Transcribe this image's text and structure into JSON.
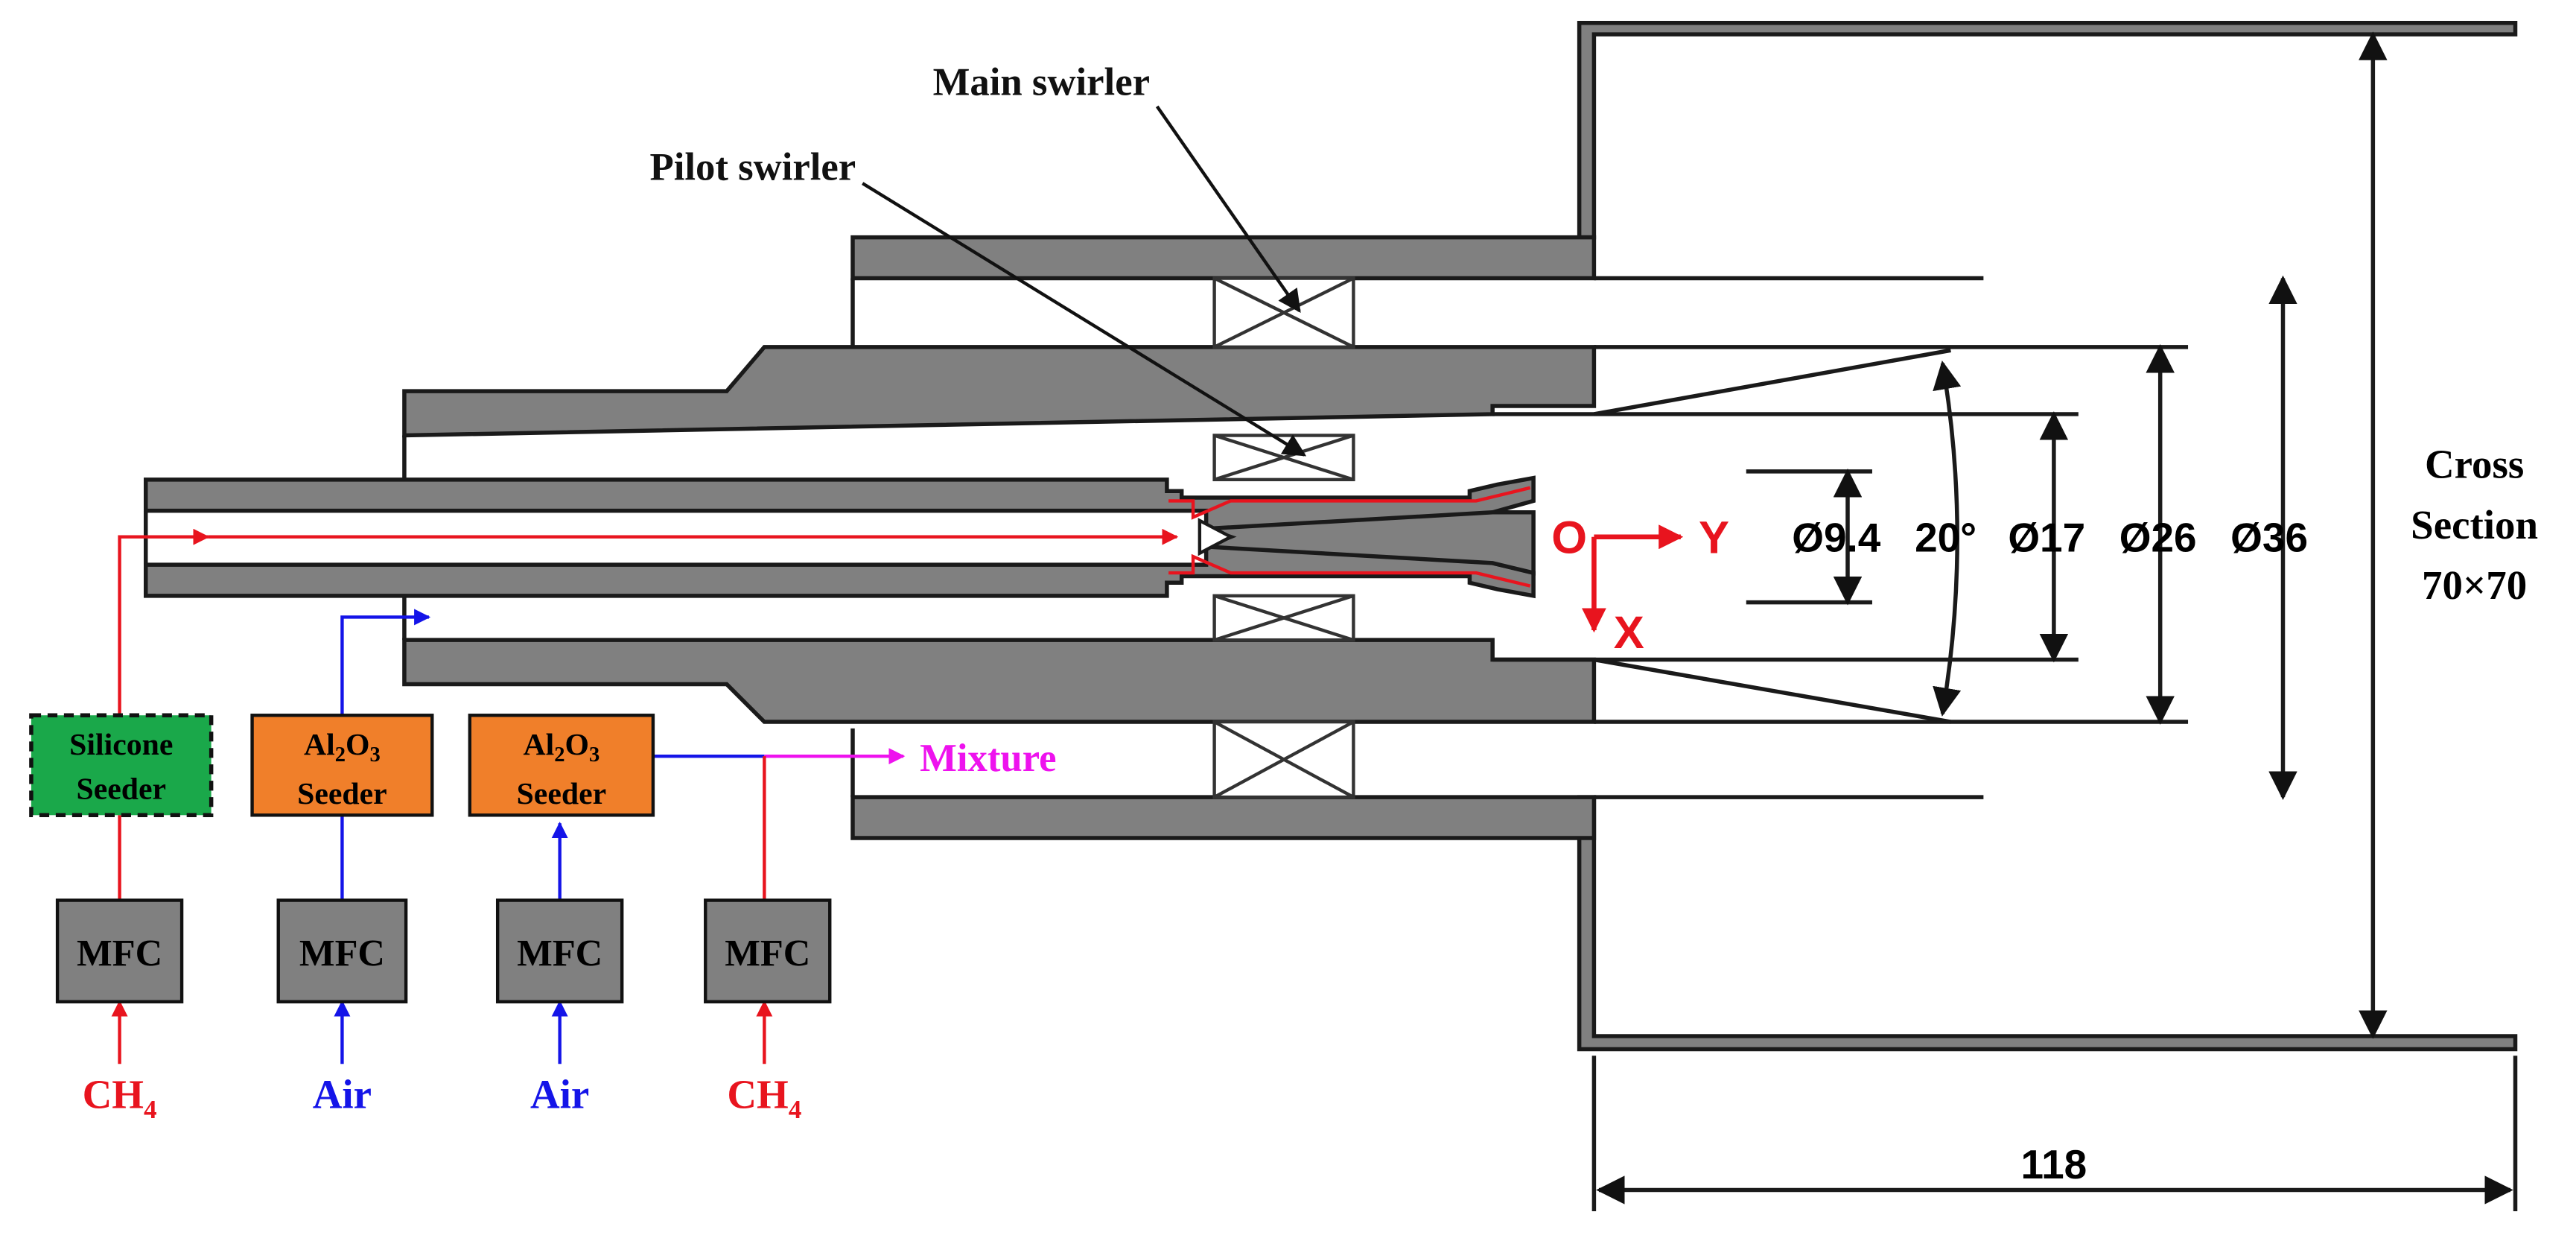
{
  "labels": {
    "main_swirler": "Main swirler",
    "pilot_swirler": "Pilot swirler",
    "cross_section_line1": "Cross",
    "cross_section_line2": "Section",
    "cross_section_line3": "70×70",
    "dim_9_4": "Ø9.4",
    "dim_20deg": "20°",
    "dim_17": "Ø17",
    "dim_26": "Ø26",
    "dim_36": "Ø36",
    "dim_118": "118",
    "origin": "O",
    "axis_y": "Y",
    "axis_x": "X",
    "mixture": "Mixture"
  },
  "seeders": [
    {
      "line1": "Silicone",
      "line2": "Seeder",
      "color": "#1aa84a"
    },
    {
      "line1_main": "Al",
      "line1_sub1": "2",
      "line1_mid": "O",
      "line1_sub2": "3",
      "line2": "Seeder",
      "color": "#f07f2a"
    },
    {
      "line1_main": "Al",
      "line1_sub1": "2",
      "line1_mid": "O",
      "line1_sub2": "3",
      "line2": "Seeder",
      "color": "#f07f2a"
    }
  ],
  "mfcs": [
    {
      "label": "MFC",
      "input_main": "CH",
      "input_sub": "4",
      "line_color": "#e8141e"
    },
    {
      "label": "MFC",
      "input_main": "Air",
      "input_sub": "",
      "line_color": "#1414e8"
    },
    {
      "label": "MFC",
      "input_main": "Air",
      "input_sub": "",
      "line_color": "#1414e8"
    },
    {
      "label": "MFC",
      "input_main": "CH",
      "input_sub": "4",
      "line_color": "#e8141e"
    }
  ],
  "colors": {
    "metal": "#808080",
    "methane": "#e8141e",
    "air": "#1414e8",
    "mixture": "#ee12ee",
    "mfc": "#808080"
  }
}
